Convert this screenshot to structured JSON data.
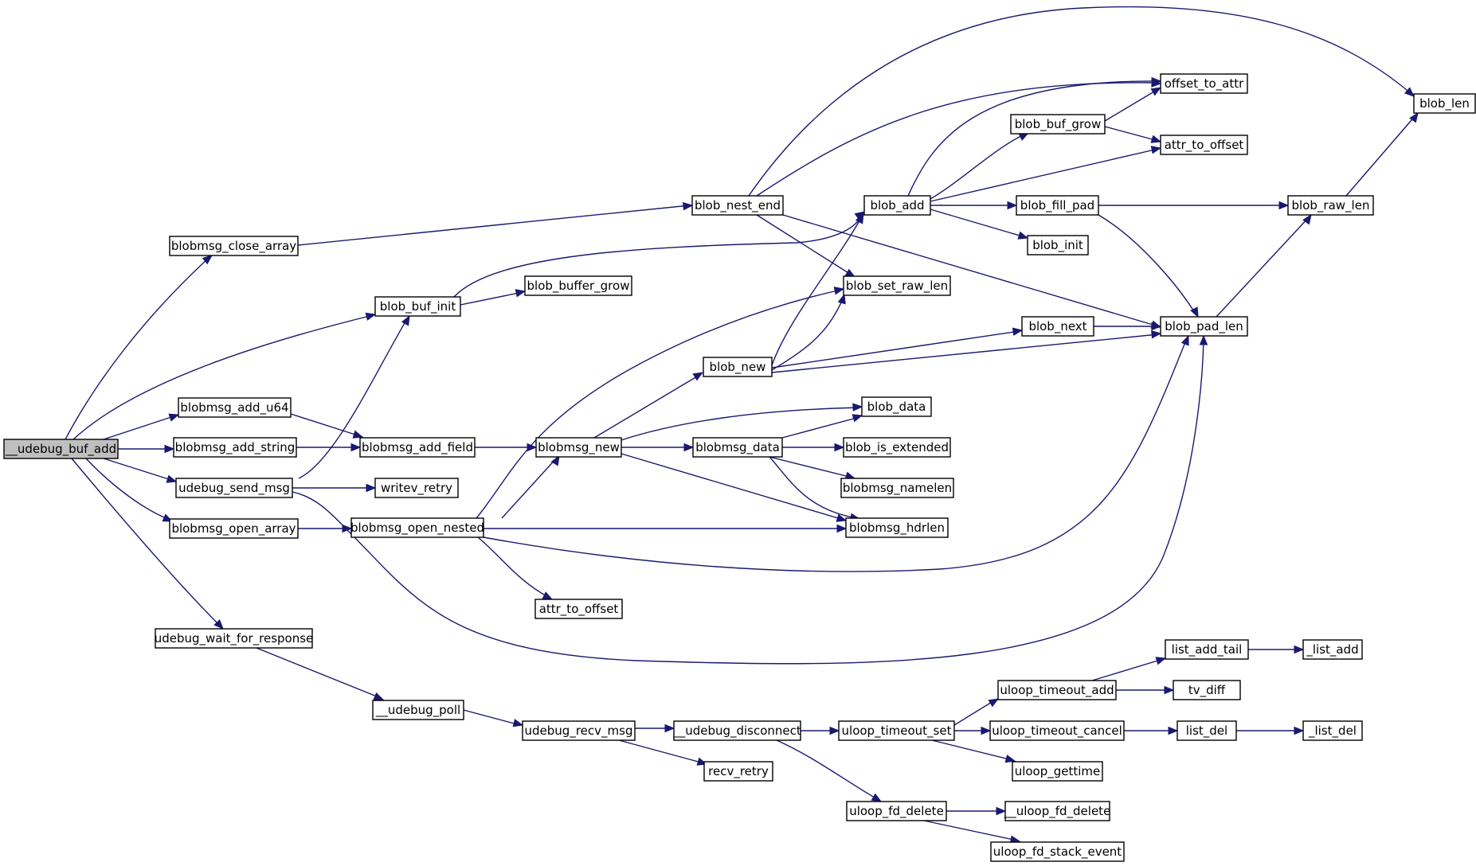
{
  "nodes": {
    "udebug_buf_add": "__udebug_buf_add",
    "blobmsg_close_array": "blobmsg_close_array",
    "blob_buf_init": "blob_buf_init",
    "blobmsg_add_u64": "blobmsg_add_u64",
    "blobmsg_add_string": "blobmsg_add_string",
    "udebug_send_msg": "udebug_send_msg",
    "blobmsg_open_array": "blobmsg_open_array",
    "udebug_wait_for_response": "udebug_wait_for_response",
    "blobmsg_add_field": "blobmsg_add_field",
    "writev_retry": "writev_retry",
    "blobmsg_open_nested": "blobmsg_open_nested",
    "udebug_poll": "__udebug_poll",
    "blob_buffer_grow": "blob_buffer_grow",
    "blobmsg_new": "blobmsg_new",
    "attr_to_offset_1": "attr_to_offset",
    "udebug_recv_msg": "udebug_recv_msg",
    "blob_nest_end": "blob_nest_end",
    "blob_new": "blob_new",
    "blobmsg_data": "blobmsg_data",
    "udebug_disconnect": "__udebug_disconnect",
    "recv_retry": "recv_retry",
    "blob_add": "blob_add",
    "blob_set_raw_len": "blob_set_raw_len",
    "blob_data": "blob_data",
    "blob_is_extended": "blob_is_extended",
    "blobmsg_namelen": "blobmsg_namelen",
    "blobmsg_hdrlen": "blobmsg_hdrlen",
    "uloop_timeout_set": "uloop_timeout_set",
    "uloop_fd_delete": "uloop_fd_delete",
    "blob_buf_grow": "blob_buf_grow",
    "blob_fill_pad": "blob_fill_pad",
    "blob_init": "blob_init",
    "blob_next": "blob_next",
    "uloop_timeout_add": "uloop_timeout_add",
    "uloop_timeout_cancel": "uloop_timeout_cancel",
    "uloop_gettime": "uloop_gettime",
    "uloop_fd_delete_internal": "__uloop_fd_delete",
    "uloop_fd_stack_event": "uloop_fd_stack_event",
    "offset_to_attr": "offset_to_attr",
    "attr_to_offset_2": "attr_to_offset",
    "blob_pad_len": "blob_pad_len",
    "list_add_tail": "list_add_tail",
    "tv_diff": "tv_diff",
    "list_del": "list_del",
    "blob_len": "blob_len",
    "blob_raw_len": "blob_raw_len",
    "list_add": "_list_add",
    "list_del_internal": "_list_del"
  },
  "colors": {
    "edge": "#191970",
    "root_fill": "#bfbfbf",
    "node_fill": "#ffffff",
    "node_border": "#000000"
  }
}
